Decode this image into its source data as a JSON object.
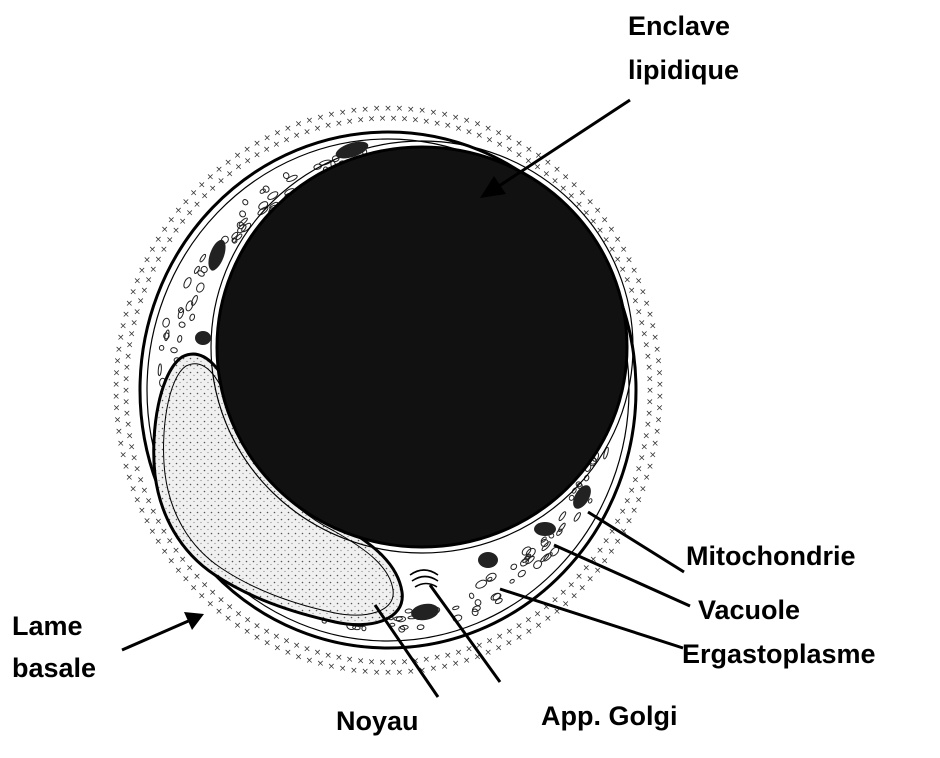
{
  "labels": {
    "lipid_inclusion": [
      "Enclave",
      "lipidique"
    ],
    "mitochondria": "Mitochondrie",
    "vacuole": "Vacuole",
    "ergastoplasm": "Ergastoplasme",
    "basal_lamina": [
      "Lame",
      "basale"
    ],
    "nucleus": "Noyau",
    "golgi": "App. Golgi"
  },
  "colors": {
    "ink": "#000000",
    "lipid": "#111111",
    "nucleus_fill": "#eeeeee",
    "background": "#ffffff"
  }
}
